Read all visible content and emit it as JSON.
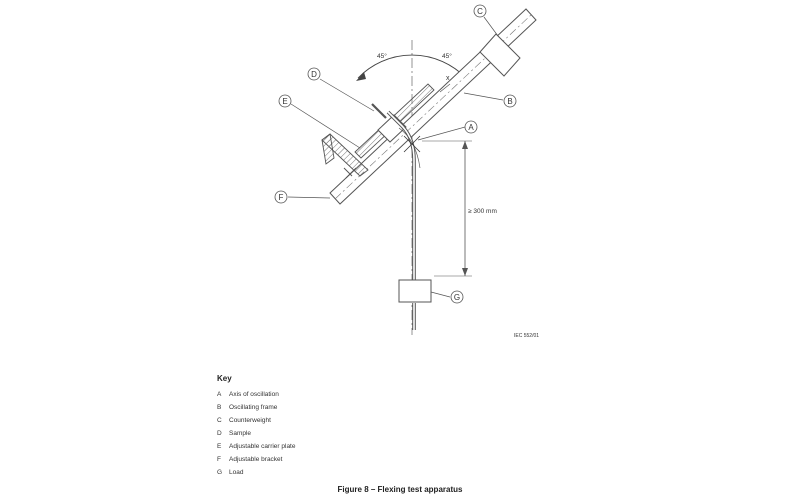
{
  "figure": {
    "caption": "Figure 8 – Flexing test apparatus",
    "angle_left": "45°",
    "angle_right": "45°",
    "dimension_label": "≥ 300 mm",
    "x_label": "x",
    "reference_code": "IEC 552/01",
    "callouts": [
      "A",
      "B",
      "C",
      "D",
      "E",
      "F",
      "G"
    ]
  },
  "key": {
    "title": "Key",
    "items": [
      {
        "letter": "A",
        "text": "Axis of oscillation"
      },
      {
        "letter": "B",
        "text": "Oscillating frame"
      },
      {
        "letter": "C",
        "text": "Counterweight"
      },
      {
        "letter": "D",
        "text": "Sample"
      },
      {
        "letter": "E",
        "text": "Adjustable carrier plate"
      },
      {
        "letter": "F",
        "text": "Adjustable bracket"
      },
      {
        "letter": "G",
        "text": "Load"
      }
    ]
  },
  "colors": {
    "line": "#555555",
    "hatch": "#777777"
  }
}
